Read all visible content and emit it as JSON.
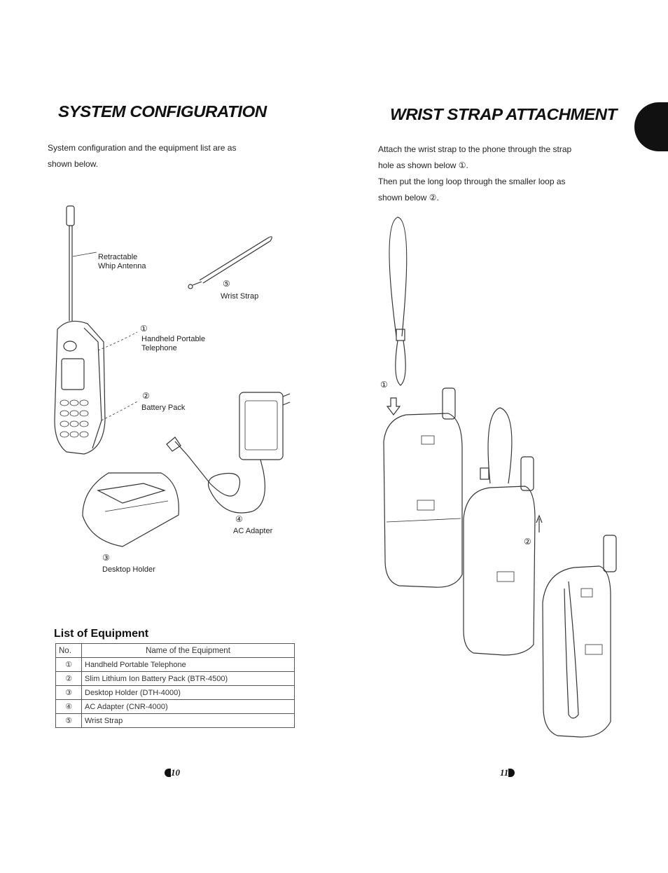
{
  "left": {
    "heading": "SYSTEM CONFIGURATION",
    "intro_line1": "System configuration and the equipment list are as",
    "intro_line2": "shown below.",
    "labels": {
      "antenna_line1": "Retractable",
      "antenna_line2": "Whip Antenna",
      "strap_num": "⑤",
      "strap": "Wrist Strap",
      "phone_num": "①",
      "phone_line1": "Handheld Portable",
      "phone_line2": "Telephone",
      "battery_num": "②",
      "battery": "Battery Pack",
      "adapter_num": "④",
      "adapter": "AC Adapter",
      "holder_num": "③",
      "holder": "Desktop Holder"
    },
    "list_title": "List of Equipment",
    "table": {
      "headers": [
        "No.",
        "Name of the Equipment"
      ],
      "rows": [
        {
          "no": "①",
          "name": "Handheld Portable Telephone"
        },
        {
          "no": "②",
          "name": "Slim Lithium Ion Battery Pack (BTR-4500)"
        },
        {
          "no": "③",
          "name": "Desktop Holder (DTH-4000)"
        },
        {
          "no": "④",
          "name": "AC Adapter (CNR-4000)"
        },
        {
          "no": "⑤",
          "name": "Wrist Strap"
        }
      ]
    },
    "page_number": "10"
  },
  "right": {
    "heading": "WRIST STRAP ATTACHMENT",
    "text_line1": "Attach the wrist strap to the phone through the strap",
    "text_line2": "hole as shown below ①.",
    "text_line3": "Then put the long loop through the smaller loop as",
    "text_line4": "shown below ②.",
    "step1": "①",
    "step2": "②",
    "page_number": "11"
  }
}
